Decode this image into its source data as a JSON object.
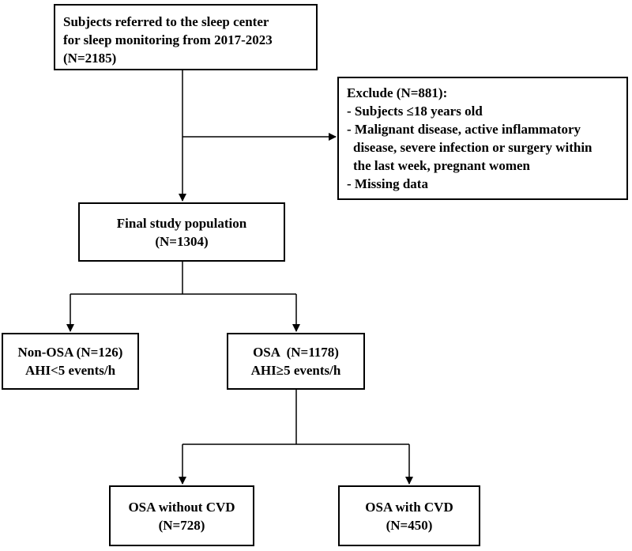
{
  "flowchart": {
    "referred": {
      "lines": [
        "Subjects referred to the sleep center",
        "for sleep monitoring from 2017-2023",
        "(N=2185)"
      ]
    },
    "exclude": {
      "lines": [
        "Exclude (N=881):",
        "- Subjects ≤18 years old",
        "- Malignant disease, active inflammatory",
        "disease, severe infection or surgery within",
        "the last week, pregnant women",
        "- Missing data"
      ]
    },
    "final": {
      "lines": [
        "Final study population",
        "(N=1304)"
      ]
    },
    "non_osa": {
      "lines": [
        "Non-OSA (N=126)",
        "AHI<5 events/h"
      ]
    },
    "osa": {
      "lines": [
        "OSA  (N=1178)",
        "AHI≥5 events/h"
      ]
    },
    "osa_without_cvd": {
      "lines": [
        "OSA without CVD",
        "(N=728)"
      ]
    },
    "osa_with_cvd": {
      "lines": [
        "OSA with CVD",
        "(N=450)"
      ]
    }
  }
}
